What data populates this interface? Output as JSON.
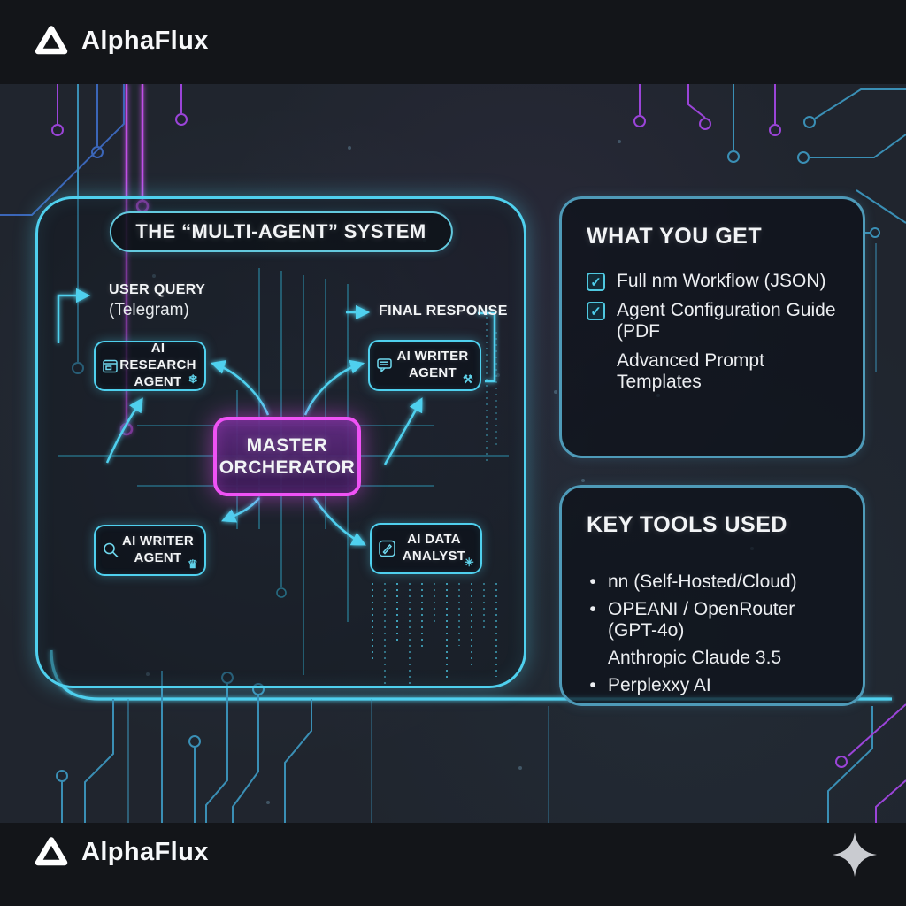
{
  "brand": {
    "name": "AlphaFlux"
  },
  "diagram": {
    "title": "THE “MULTI-AGENT” SYSTEM",
    "user_query": {
      "label": "USER QUERY",
      "sub": "(Telegram)"
    },
    "final_response": {
      "label": "FINAL RESPONSE"
    },
    "master": {
      "line1": "MASTER",
      "line2": "ORCHERATOR"
    },
    "agents": [
      {
        "line1": "AI RESEARCH",
        "line2": "AGENT",
        "glyph": "❄"
      },
      {
        "line1": "AI WRITER",
        "line2": "AGENT",
        "glyph": "⚒"
      },
      {
        "line1": "AI WRITER",
        "line2": "AGENT",
        "glyph": "♛"
      },
      {
        "line1": "AI DATA",
        "line2": "ANALYST",
        "glyph": "✳"
      }
    ]
  },
  "what_you_get": {
    "title": "WHAT YOU GET",
    "check_glyph": "✓",
    "items": [
      {
        "text": "Full nm Workflow (JSON)"
      },
      {
        "text": "Agent Configuration Guide (PDF"
      },
      {
        "text": "Advanced Prompt Templates"
      }
    ]
  },
  "key_tools": {
    "title": "KEY TOOLS USED",
    "bullet_glyph": "•",
    "items": [
      {
        "text": "nn (Self-Hosted/Cloud)"
      },
      {
        "text": "OPEANI / OpenRouter (GPT-4o)"
      },
      {
        "text": "Anthropic Claude 3.5"
      },
      {
        "text": "Perplexxy AI"
      }
    ]
  },
  "colors": {
    "accent_cyan": "#4fd0ee",
    "accent_magenta": "#ef52f5",
    "panel_border": "#4e9ab8",
    "background": "#20252e",
    "band": "#131519"
  }
}
